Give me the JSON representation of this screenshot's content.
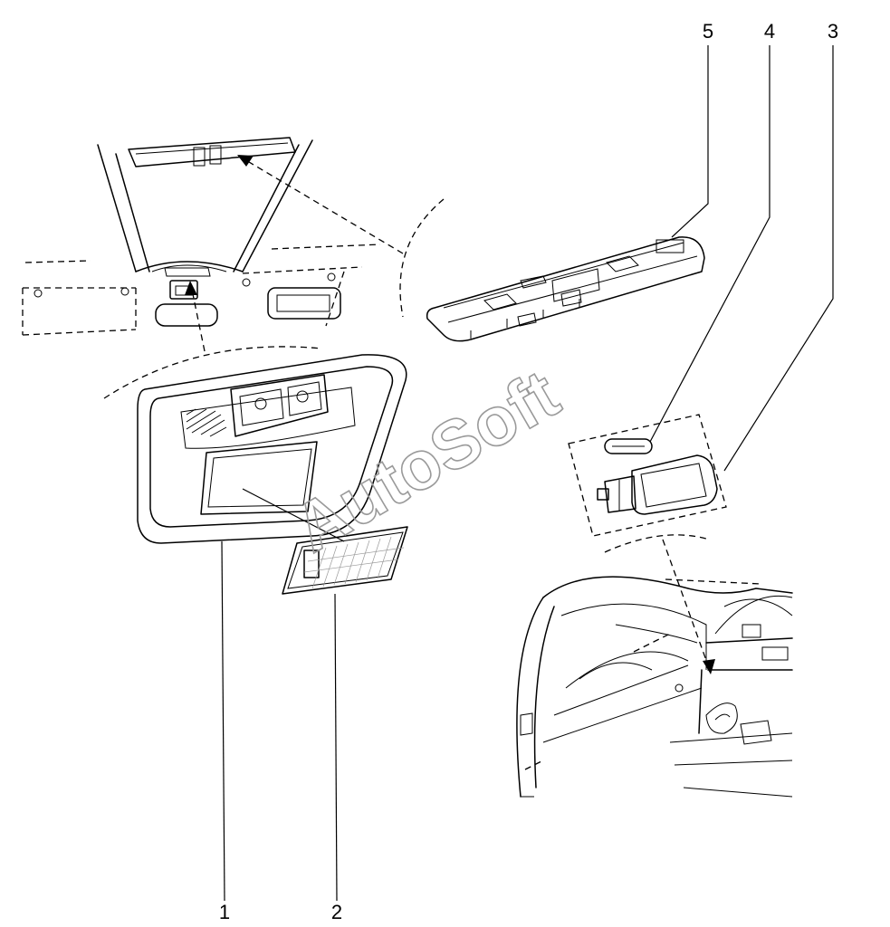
{
  "callouts": [
    {
      "id": "1",
      "label": "1"
    },
    {
      "id": "2",
      "label": "2"
    },
    {
      "id": "3",
      "label": "3"
    },
    {
      "id": "4",
      "label": "4"
    },
    {
      "id": "5",
      "label": "5"
    }
  ],
  "watermark": "AutoSoft",
  "colors": {
    "line": "#000000",
    "background": "#ffffff",
    "watermark": "#9a9a9a"
  }
}
